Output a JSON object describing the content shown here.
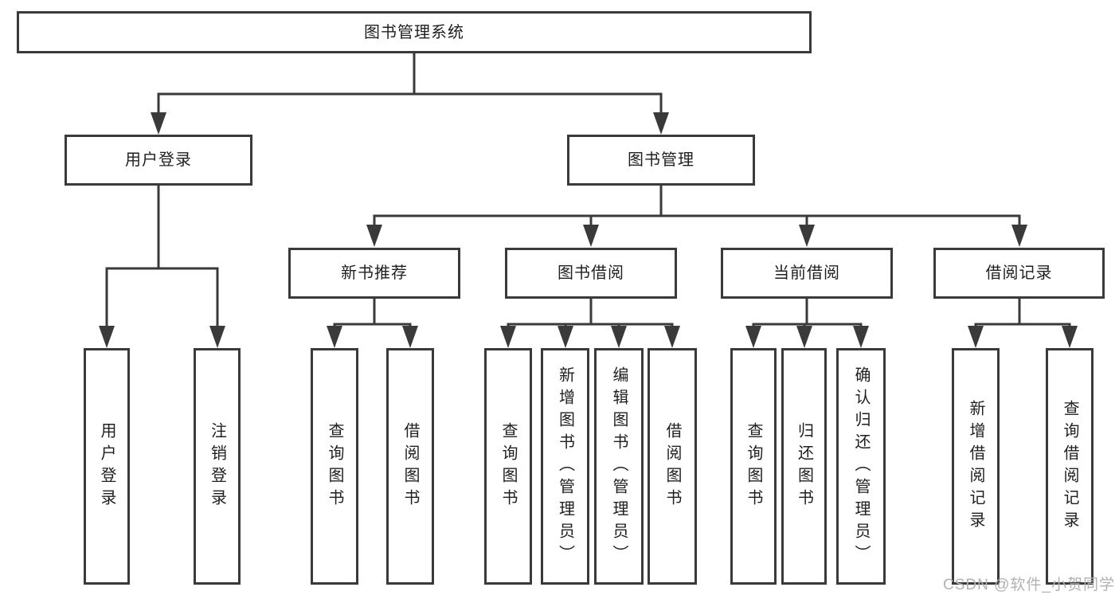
{
  "tree": {
    "root": {
      "label": "图书管理系统",
      "children": [
        {
          "label": "用户登录",
          "children": [
            {
              "label": "用户登录"
            },
            {
              "label": "注销登录"
            }
          ]
        },
        {
          "label": "图书管理",
          "children": [
            {
              "label": "新书推荐",
              "children": [
                {
                  "label": "查询图书"
                },
                {
                  "label": "借阅图书"
                }
              ]
            },
            {
              "label": "图书借阅",
              "children": [
                {
                  "label": "查询图书"
                },
                {
                  "label": "新增图书（管理员）"
                },
                {
                  "label": "编辑图书（管理员）"
                },
                {
                  "label": "借阅图书"
                }
              ]
            },
            {
              "label": "当前借阅",
              "children": [
                {
                  "label": "查询图书"
                },
                {
                  "label": "归还图书"
                },
                {
                  "label": "确认归还（管理员）"
                }
              ]
            },
            {
              "label": "借阅记录",
              "children": [
                {
                  "label": "新增借阅记录"
                },
                {
                  "label": "查询借阅记录"
                }
              ]
            }
          ]
        }
      ]
    }
  },
  "watermark": {
    "text": "CSDN @软件_小贺同学"
  },
  "colors": {
    "line": "#3a3a3a",
    "box_border": "#3a3a3a",
    "text": "#1f1f1f",
    "watermark": "#b2b2b2",
    "background": "#ffffff"
  }
}
